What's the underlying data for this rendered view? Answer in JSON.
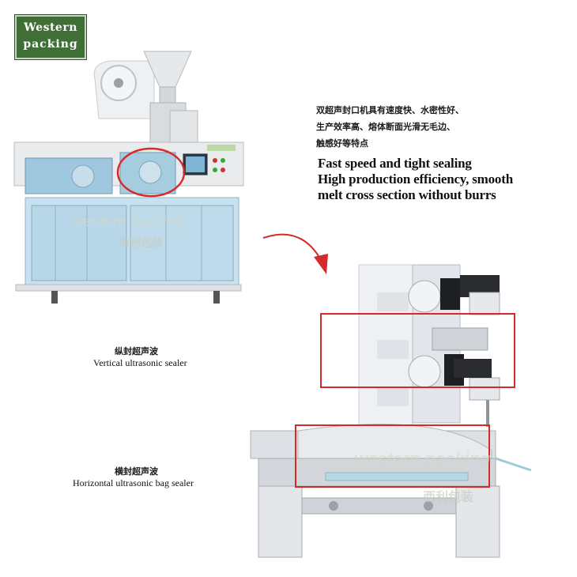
{
  "logo": {
    "line1": "Western",
    "line2": "packing"
  },
  "feature": {
    "cn_lines": [
      "双超声封口机具有速度快、水密性好、",
      "生产效率高、熔体断面光滑无毛边、",
      "触感好等特点"
    ],
    "en_lines": [
      "Fast speed and tight sealing",
      "High production efficiency, smooth",
      "melt cross section without burrs"
    ]
  },
  "vertical": {
    "cn": "纵封超声波",
    "en": "Vertical ultrasonic sealer"
  },
  "horizontal": {
    "cn": "横封超声波",
    "en": "Horizontal ultrasonic bag sealer"
  },
  "watermark": {
    "en": "western packing",
    "cn": "西利包装"
  },
  "colors": {
    "highlight": "#d42a2a",
    "logo_bg": "#3f6f37"
  }
}
